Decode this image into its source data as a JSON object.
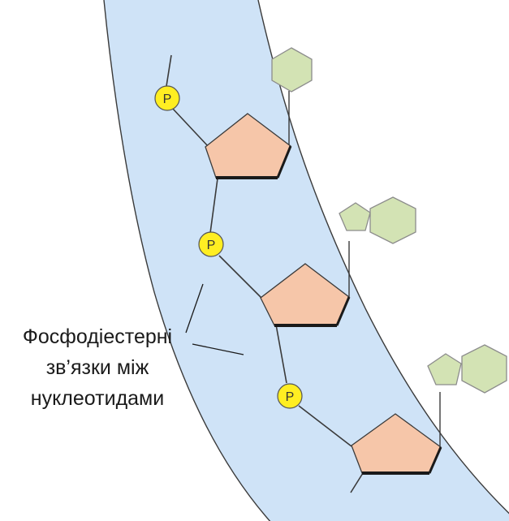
{
  "phosphate_symbol": "P",
  "callout": {
    "line1": "Фосфодіестерні",
    "line2": "зв’язки між",
    "line3": "нуклеотидами"
  },
  "colors": {
    "backbone_band": "#cfe3f7",
    "band_outline": "#3a3a3a",
    "sugar_fill": "#f6c6a9",
    "phosphate_fill": "#ffee22",
    "base_fill": "#d3e3b4",
    "base_outline": "#8c8c8c",
    "bond_line": "#3a3a3a"
  }
}
